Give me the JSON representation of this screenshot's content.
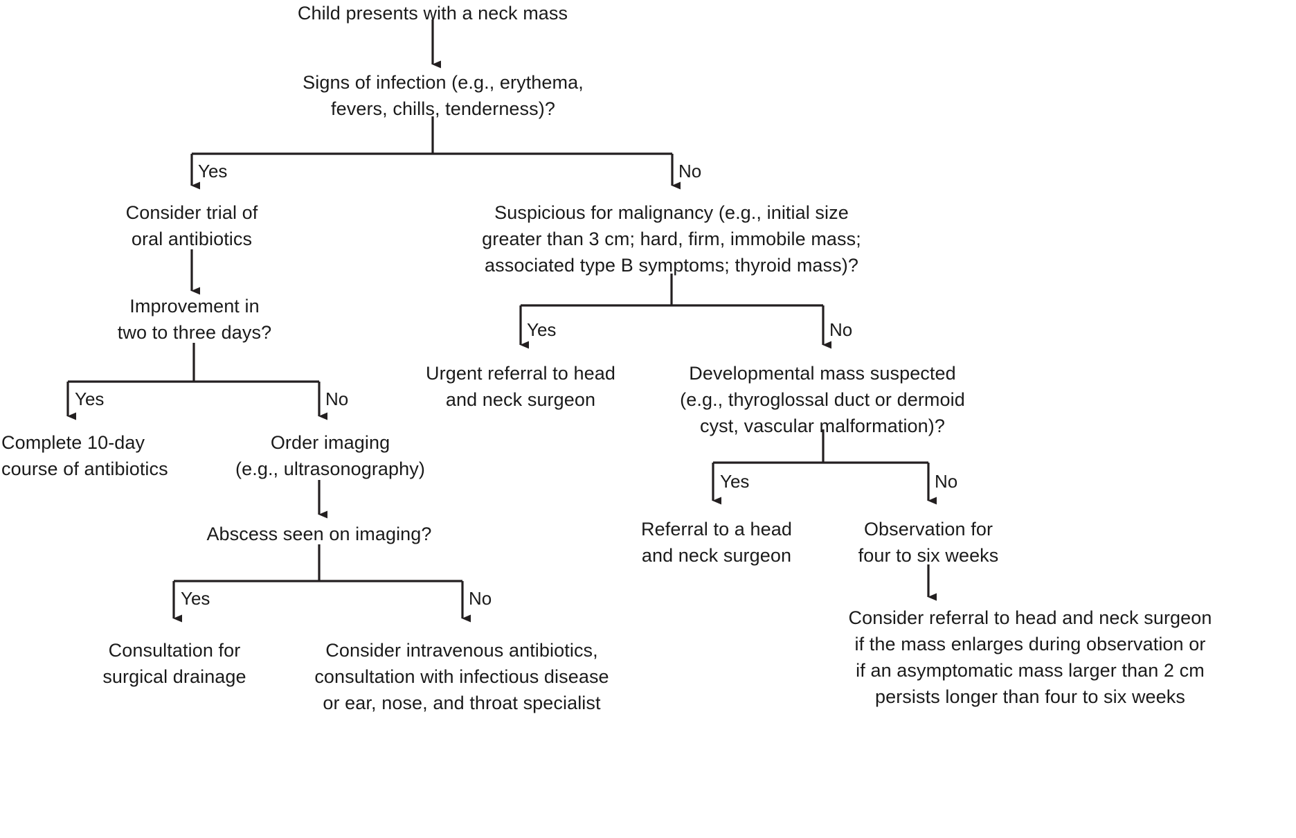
{
  "diagram": {
    "title": "Pediatric neck mass evaluation algorithm",
    "line_color": "#231f20",
    "text_color": "#1a1a1a",
    "background": "#ffffff"
  },
  "nodes": {
    "start": "Child presents with a neck mass",
    "infection_q": "Signs of infection (e.g., erythema,\nfevers, chills, tenderness)?",
    "oral_abx": "Consider trial of\noral antibiotics",
    "improvement_q": "Improvement in\ntwo to three days?",
    "complete_course": "Complete 10-day\ncourse of antibiotics",
    "order_imaging": "Order imaging\n(e.g., ultrasonography)",
    "abscess_q": "Abscess seen on imaging?",
    "surgical_drainage": "Consultation for\nsurgical drainage",
    "iv_abx": "Consider intravenous antibiotics,\nconsultation with infectious disease\nor ear, nose, and throat specialist",
    "malignancy_q": "Suspicious for malignancy (e.g., initial size\ngreater than 3 cm; hard, firm, immobile mass;\nassociated type B symptoms; thyroid mass)?",
    "urgent_referral": "Urgent referral to head\nand neck surgeon",
    "developmental_q": "Developmental mass suspected\n(e.g., thyroglossal duct or dermoid\ncyst, vascular malformation)?",
    "referral_surgeon": "Referral to a head\nand neck surgeon",
    "observation": "Observation for\nfour to six weeks",
    "consider_referral": "Consider referral to head and neck surgeon\nif the mass enlarges during observation or\nif an asymptomatic mass larger than 2 cm\npersists longer than four to six weeks"
  },
  "edge_labels": {
    "infection_yes": "Yes",
    "infection_no": "No",
    "improvement_yes": "Yes",
    "improvement_no": "No",
    "abscess_yes": "Yes",
    "abscess_no": "No",
    "malignancy_yes": "Yes",
    "malignancy_no": "No",
    "developmental_yes": "Yes",
    "developmental_no": "No"
  }
}
